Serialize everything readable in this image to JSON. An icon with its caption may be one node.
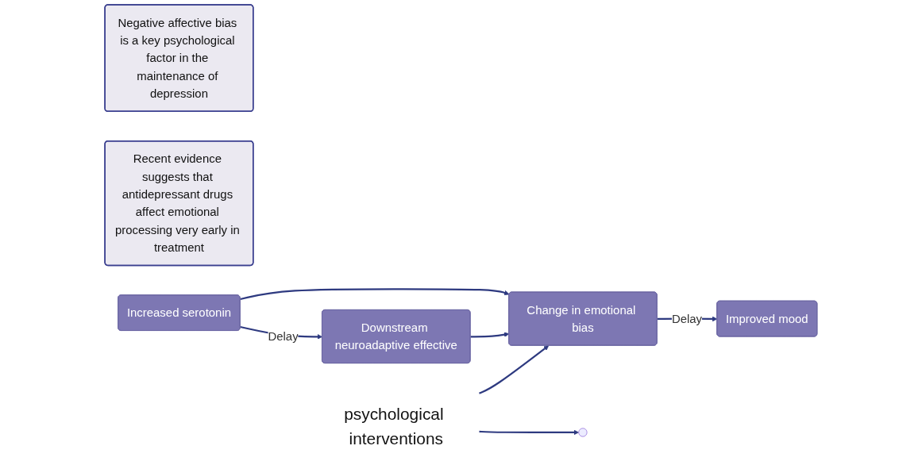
{
  "diagram": {
    "nodes": [
      {
        "text": [
          "Negative affective bias is a key psychological factor in the maintenance of depression"
        ]
      },
      {
        "text": [
          "Recent evidence suggests that antidepressant drugs affect emotional processing very early in treatment"
        ]
      },
      {
        "text": [
          "Increased serotonin"
        ]
      },
      {
        "text": [
          "Downstream neuroadaptive effective"
        ]
      },
      {
        "text": [
          "Change in emotional bias"
        ]
      },
      {
        "text": [
          "Improved mood"
        ]
      },
      {
        "text": [
          "psychological interventions"
        ]
      }
    ],
    "edges": [
      {
        "from": 2,
        "to": 3,
        "label": "Delay",
        "arrow": "to"
      },
      {
        "from": 2,
        "to": 4,
        "arrow": "to"
      },
      {
        "from": 3,
        "to": 4,
        "arrow": "to"
      },
      {
        "from": 4,
        "to": 5,
        "label": "Delay",
        "arrow": "to"
      },
      {
        "from": 6,
        "to": 4,
        "arrow": "to"
      },
      {
        "from": 6,
        "to": null,
        "arrow": "to"
      }
    ]
  }
}
